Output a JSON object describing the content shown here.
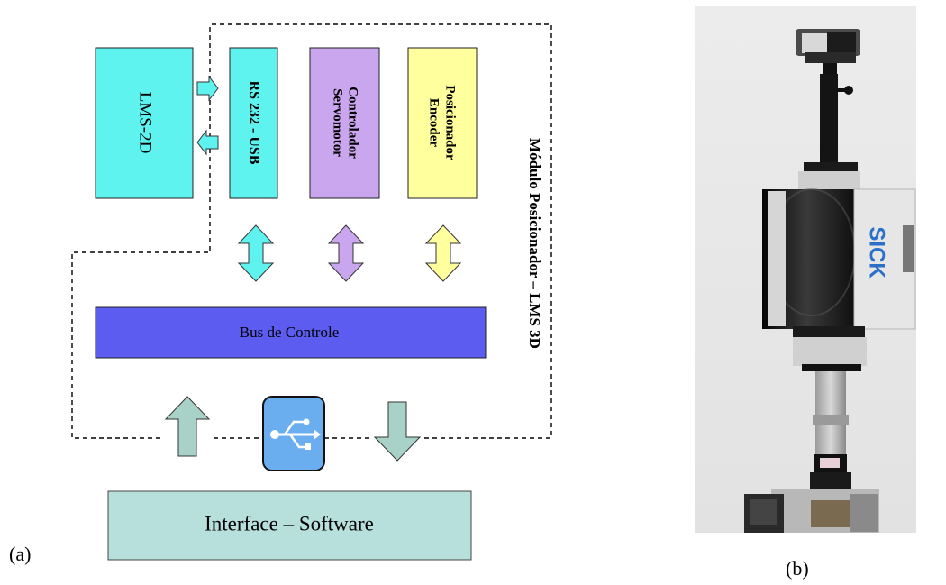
{
  "panel_labels": {
    "a": "(a)",
    "b": "(b)"
  },
  "diagram": {
    "boxes": {
      "lms": "LMS-2D",
      "rs232": "RS 232 - USB",
      "servo_line1": "Controlador",
      "servo_line2": "Servomotor",
      "encoder_line1": "Posicionador",
      "encoder_line2": "Encoder",
      "bus": "Bus de Controle",
      "interface": "Interface – Software"
    },
    "module_label": "Módulo Posicionador – LMS 3D",
    "usb_icon": "usb-icon",
    "colors": {
      "cyan": "#5ff3f0",
      "violet": "#c9a6ee",
      "yellow": "#ffff9e",
      "bus": "#5c5cf0",
      "interface": "#b7e0dc",
      "arrow_teal": "#a8d2c8",
      "usb_bg": "#6aaef0"
    }
  },
  "photo": {
    "brand": "SICK"
  }
}
